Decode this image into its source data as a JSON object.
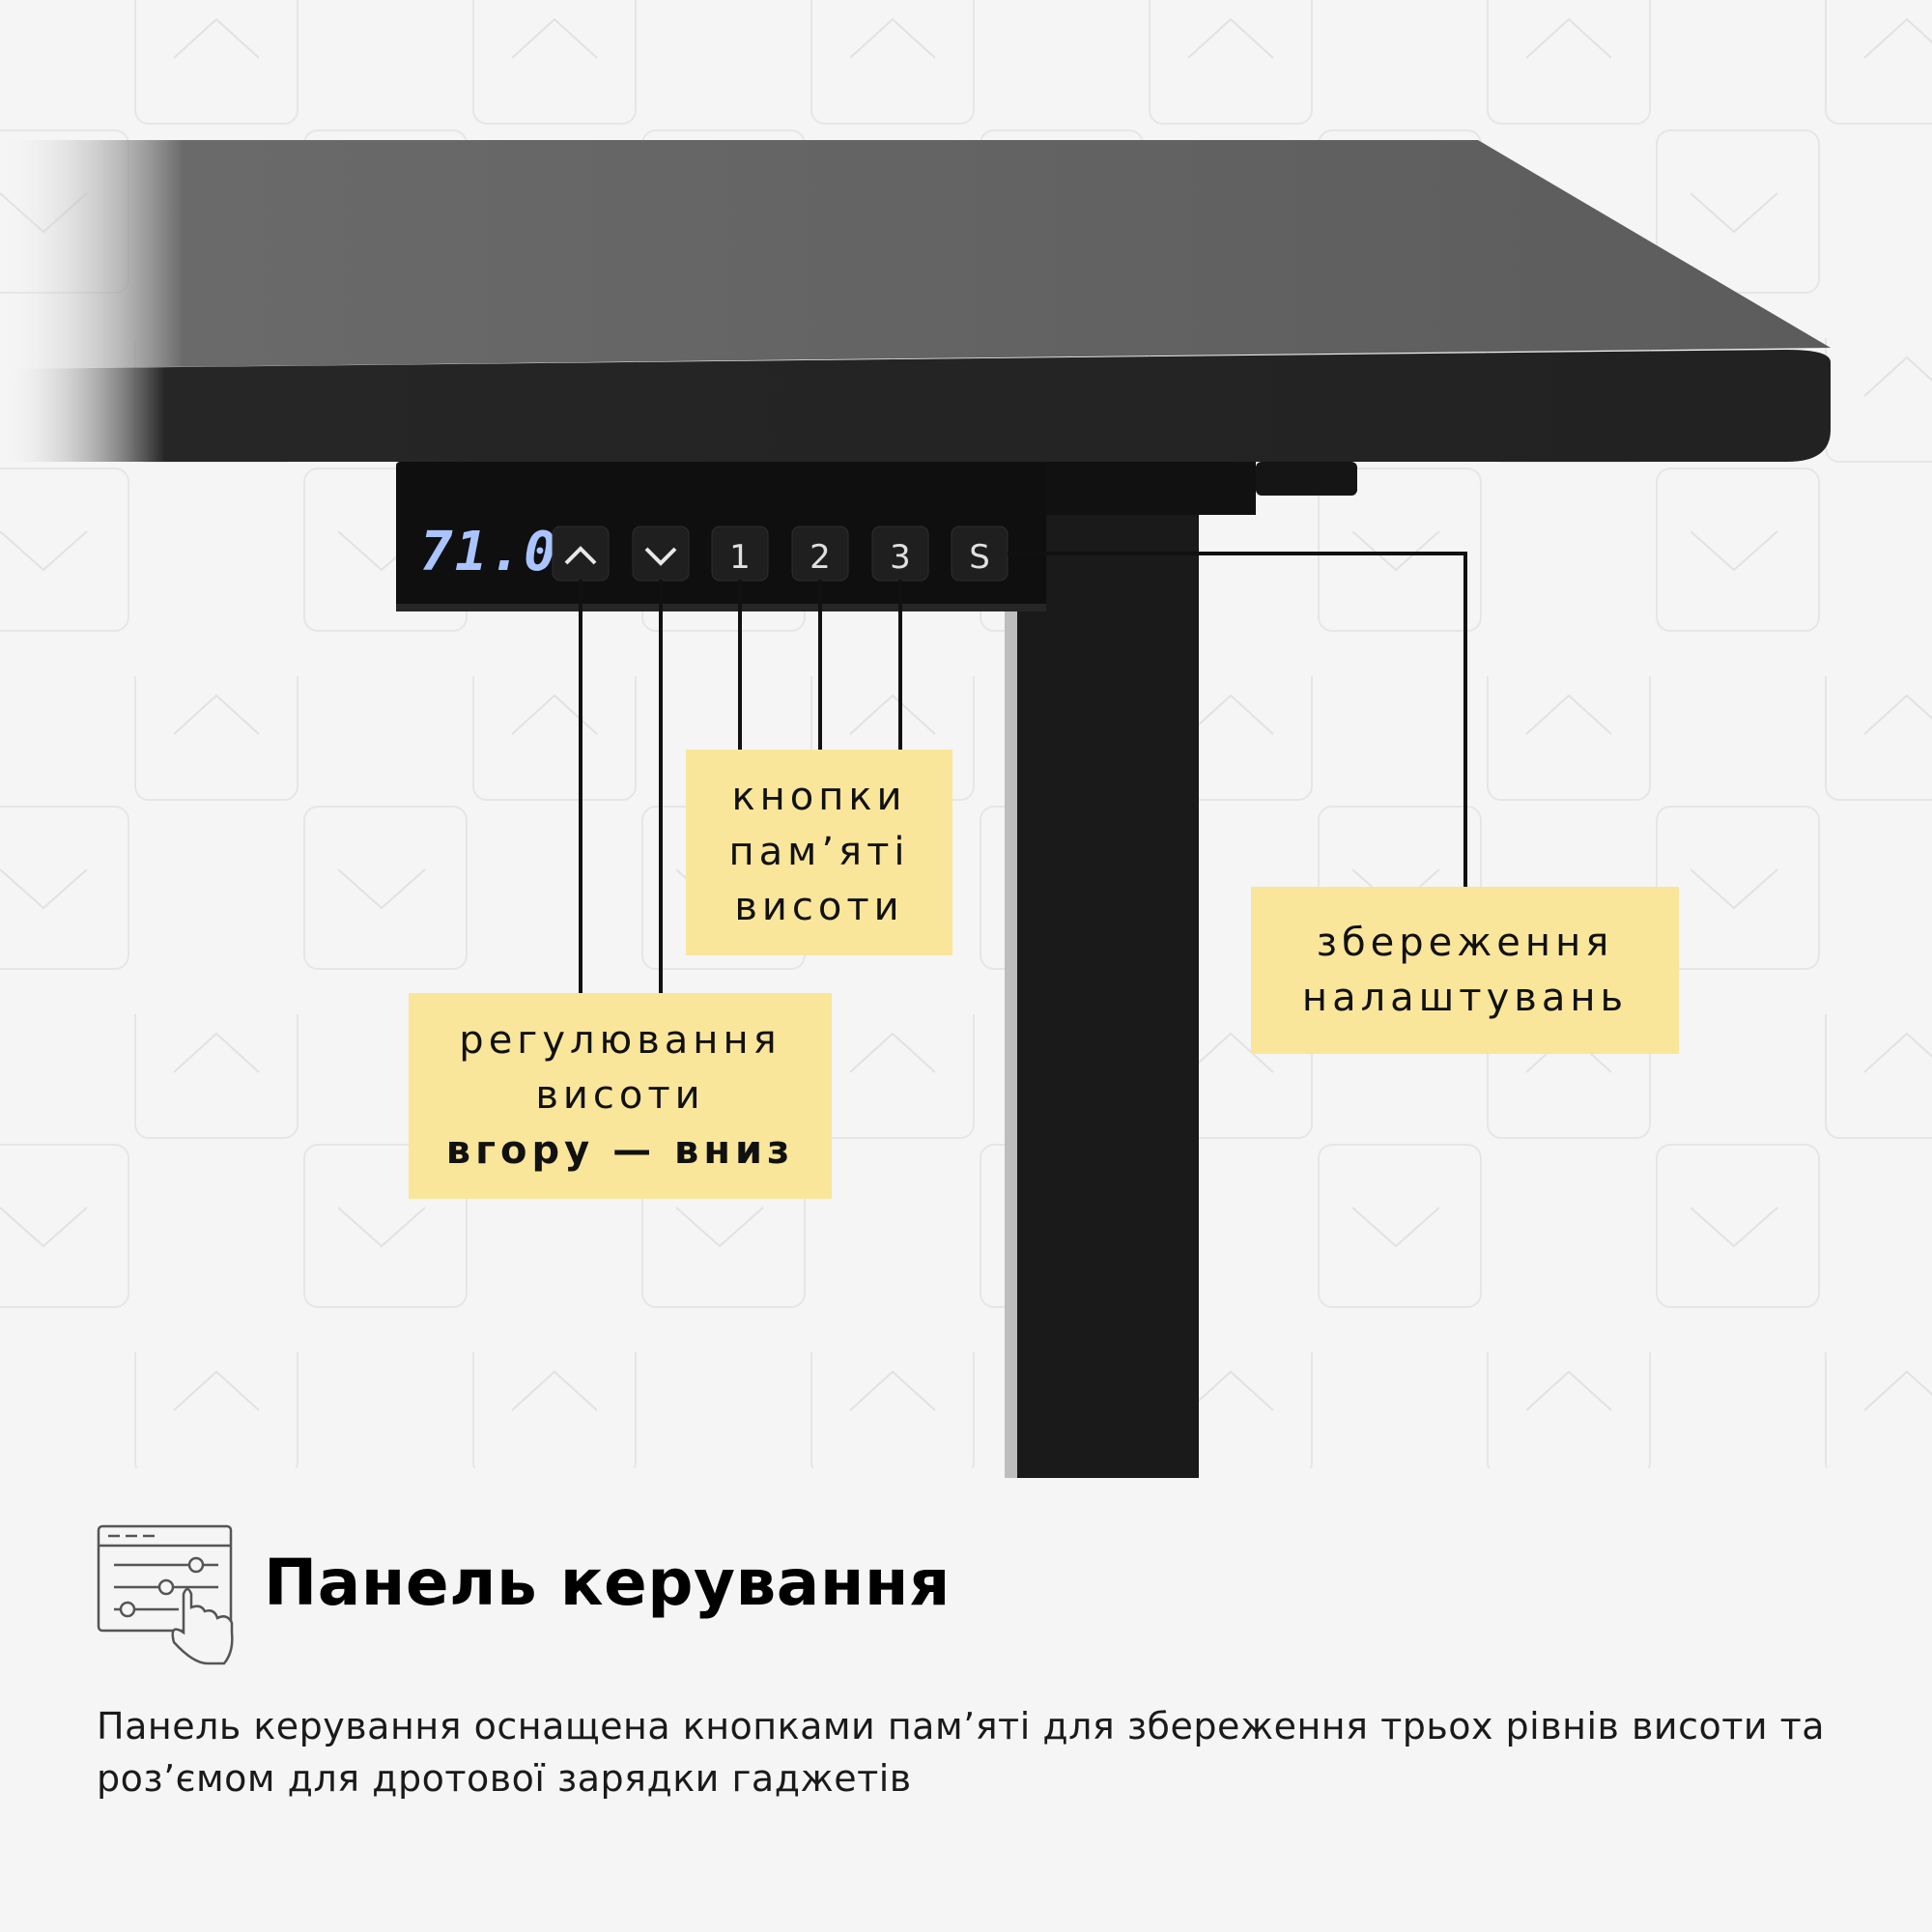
{
  "panel": {
    "display_value": "71.0",
    "buttons": [
      {
        "id": "up",
        "label": "^",
        "icon": "chevron-up-icon"
      },
      {
        "id": "down",
        "label": "v",
        "icon": "chevron-down-icon"
      },
      {
        "id": "m1",
        "label": "1"
      },
      {
        "id": "m2",
        "label": "2"
      },
      {
        "id": "m3",
        "label": "3"
      },
      {
        "id": "save",
        "label": "S"
      }
    ]
  },
  "labels": {
    "memory": [
      "кнопки",
      "пам’яті",
      "висоти"
    ],
    "height_adjust": [
      "регулювання",
      "висоти",
      "вгору — вниз"
    ],
    "save": [
      "збереження",
      "налаштувань"
    ]
  },
  "footer": {
    "icon": "control-panel-sliders-hand-icon",
    "title": "Панель керування",
    "description": "Панель керування оснащена кнопками пам’яті для збереження трьох рівнів висоти та роз’ємом для дротової зарядки гаджетів"
  },
  "colors": {
    "background": "#f5f5f5",
    "label_bg": "#f9e69a",
    "desk": "#1c1c1c",
    "display_digits": "#a9c4ff"
  }
}
